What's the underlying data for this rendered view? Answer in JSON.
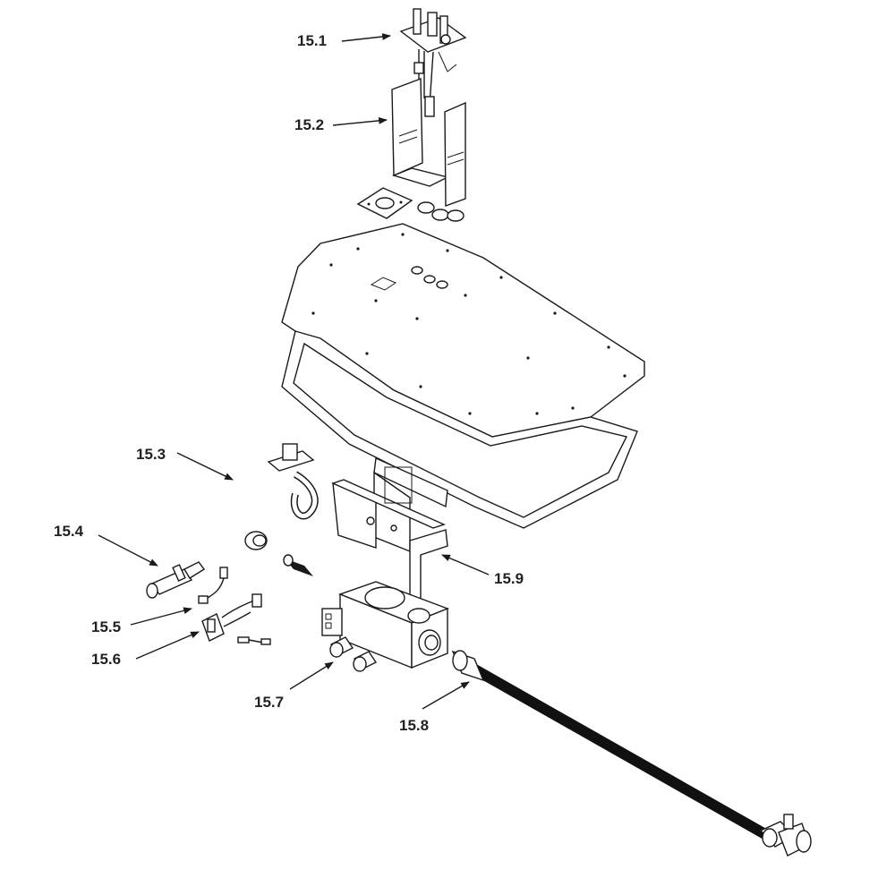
{
  "diagram": {
    "callouts": [
      {
        "id": "15.1",
        "label": "15.1"
      },
      {
        "id": "15.2",
        "label": "15.2"
      },
      {
        "id": "15.3",
        "label": "15.3"
      },
      {
        "id": "15.4",
        "label": "15.4"
      },
      {
        "id": "15.5",
        "label": "15.5"
      },
      {
        "id": "15.6",
        "label": "15.6"
      },
      {
        "id": "15.7",
        "label": "15.7"
      },
      {
        "id": "15.8",
        "label": "15.8"
      },
      {
        "id": "15.9",
        "label": "15.9"
      }
    ]
  }
}
